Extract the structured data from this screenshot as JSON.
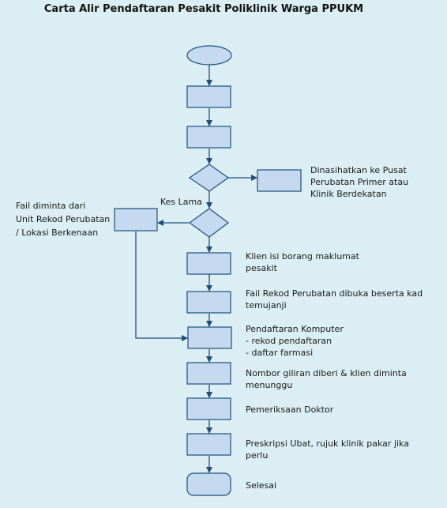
{
  "title": "Carta Alir Pendaftaran Pesakit Poliklinik Warga PPUKM",
  "colors": {
    "fill": "#c5d9f1",
    "stroke": "#1f4e79",
    "line": "#1f4e79",
    "background": "#daeef3"
  },
  "labels": {
    "referral": [
      "Dinasihatkan ke Pusat",
      "Perubatan Primer atau",
      "Klinik Berdekatan"
    ],
    "kes_lama": "Kes Lama",
    "fail_diminta": [
      "Fail diminta dari",
      "Unit Rekod Perubatan",
      "/ Lokasi Berkenaan"
    ],
    "step1": [
      "Klien isi borang maklumat",
      "pesakit"
    ],
    "step2": [
      "Fail Rekod Perubatan dibuka beserta kad",
      "temujanji"
    ],
    "step3": [
      "Pendaftaran Komputer",
      "- rekod pendaftaran",
      "- daftar farmasi"
    ],
    "step4": [
      "Nombor giliran diberi & klien diminta",
      "menunggu"
    ],
    "step5": "Pemeriksaan Doktor",
    "step6": [
      "Preskripsi Ubat, rujuk klinik pakar jika",
      "perlu"
    ],
    "end": "Selesai"
  }
}
